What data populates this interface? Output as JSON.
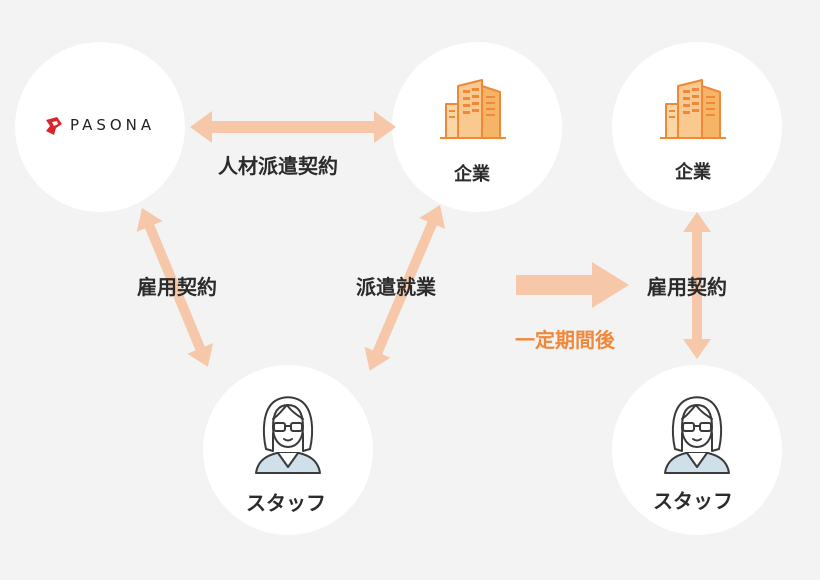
{
  "diagram": {
    "brand": {
      "logo_text": "PASONA",
      "logo_color": "#d9252e"
    },
    "nodes": {
      "company_left": {
        "label": "企業",
        "icon": "office-building-icon"
      },
      "staff_left": {
        "label": "スタッフ",
        "icon": "woman-glasses-avatar-icon"
      },
      "company_right": {
        "label": "企業",
        "icon": "office-building-icon"
      },
      "staff_right": {
        "label": "スタッフ",
        "icon": "woman-glasses-avatar-icon"
      }
    },
    "edges": {
      "pasona_company": "人材派遣契約",
      "pasona_staff": "雇用契約",
      "company_staff": "派遣就業",
      "right_company_staff": "雇用契約"
    },
    "transition_label": "一定期間後",
    "colors": {
      "background": "#f3f3f3",
      "node_fill": "#ffffff",
      "arrow": "#f6c7a8",
      "building": "#f5a95a",
      "accent_text": "#f0883a",
      "label_text": "#2b2b2b"
    }
  }
}
